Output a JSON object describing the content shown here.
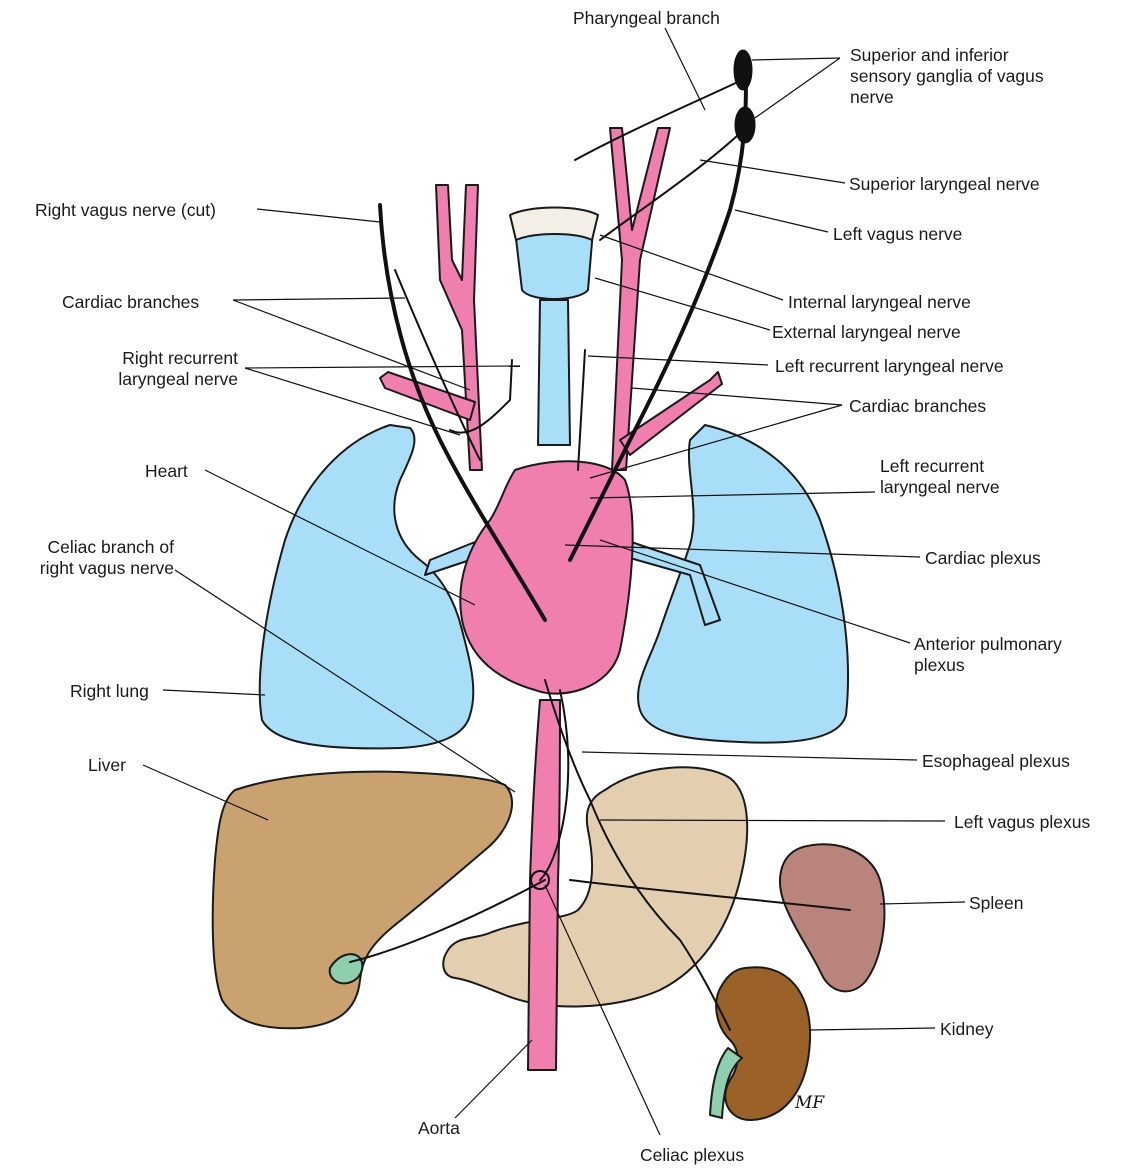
{
  "figure": {
    "colors": {
      "lung": "#a9def8",
      "vessel": "#f07fb0",
      "heart": "#f07fb0",
      "liver": "#c9a270",
      "stomach": "#e3cfb0",
      "spleen": "#b9847b",
      "kidney": "#9a6128",
      "trachea": "#a9def8",
      "gallbladder": "#8fcfae",
      "outline": "#1a1a1a"
    },
    "labels": {
      "pharyngeal_branch": "Pharyngeal branch",
      "sensory_ganglia": "Superior and inferior\nsensory ganglia of vagus\nnerve",
      "superior_laryngeal": "Superior laryngeal nerve",
      "left_vagus": "Left vagus nerve",
      "right_vagus_cut": "Right vagus nerve (cut)",
      "internal_laryngeal": "Internal laryngeal nerve",
      "cardiac_branches_right": "Cardiac branches",
      "external_laryngeal": "External laryngeal nerve",
      "right_recurrent": "Right recurrent\nlaryngeal nerve",
      "left_recurrent_upper": "Left recurrent laryngeal nerve",
      "cardiac_branches_left": "Cardiac branches",
      "heart": "Heart",
      "left_recurrent_lower": "Left recurrent\nlaryngeal nerve",
      "celiac_branch": "Celiac branch of\nright vagus nerve",
      "cardiac_plexus": "Cardiac plexus",
      "anterior_pulmonary": "Anterior pulmonary\nplexus",
      "right_lung": "Right lung",
      "esophageal_plexus": "Esophageal plexus",
      "liver": "Liver",
      "left_vagus_plexus": "Left vagus plexus",
      "spleen": "Spleen",
      "kidney": "Kidney",
      "aorta": "Aorta",
      "celiac_plexus": "Celiac plexus",
      "signature": "MF"
    }
  }
}
